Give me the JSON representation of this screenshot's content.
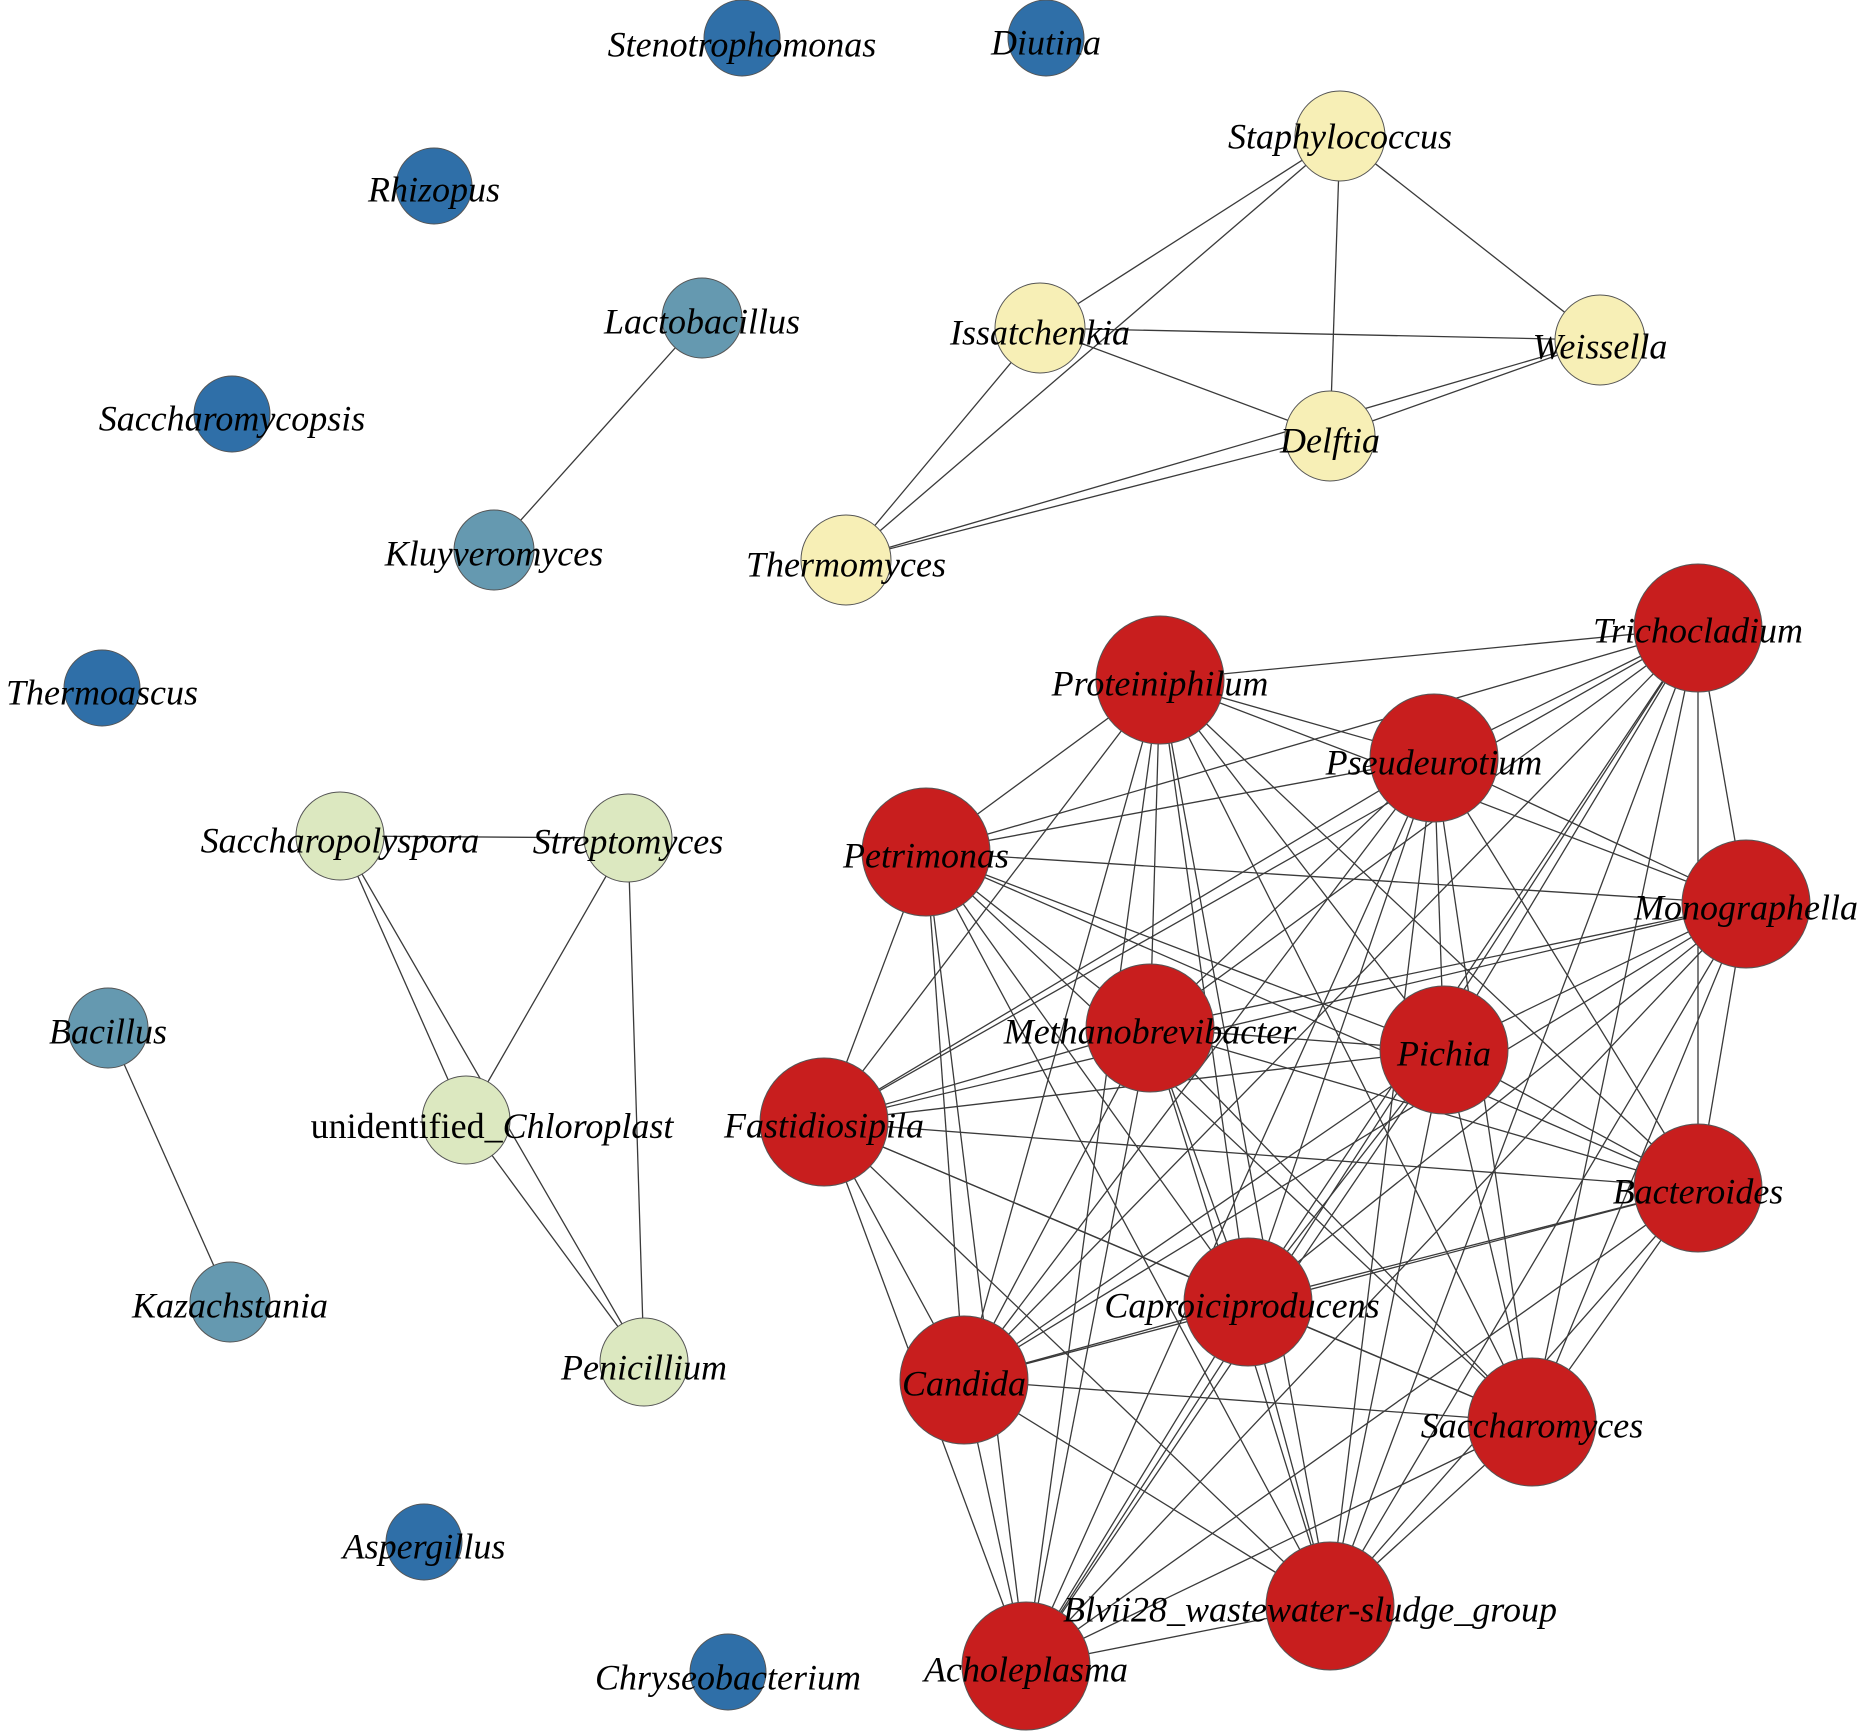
{
  "colors": {
    "isolated": "#2f6fa8",
    "steel": "#6599b0",
    "cream": "#f7efb6",
    "pale_green": "#dce8c0",
    "red": "#c81e1e",
    "edge": "#3a3a3a",
    "node_stroke": "#555555"
  },
  "nodes": [
    {
      "id": "Stenotrophomonas",
      "label": "Stenotrophomonas",
      "group": "isolated"
    },
    {
      "id": "Diutina",
      "label": "Diutina",
      "group": "isolated"
    },
    {
      "id": "Rhizopus",
      "label": "Rhizopus",
      "group": "isolated"
    },
    {
      "id": "Saccharomycopsis",
      "label": "Saccharomycopsis",
      "group": "isolated"
    },
    {
      "id": "Thermoascus",
      "label": "Thermoascus",
      "group": "isolated"
    },
    {
      "id": "Aspergillus",
      "label": "Aspergillus",
      "group": "isolated"
    },
    {
      "id": "Chryseobacterium",
      "label": "Chryseobacterium",
      "group": "isolated"
    },
    {
      "id": "Lactobacillus",
      "label": "Lactobacillus",
      "group": "steel"
    },
    {
      "id": "Kluyveromyces",
      "label": "Kluyveromyces",
      "group": "steel"
    },
    {
      "id": "Bacillus",
      "label": "Bacillus",
      "group": "steel"
    },
    {
      "id": "Kazachstania",
      "label": "Kazachstania",
      "group": "steel"
    },
    {
      "id": "Staphylococcus",
      "label": "Staphylococcus",
      "group": "cream"
    },
    {
      "id": "Issatchenkia",
      "label": "Issatchenkia",
      "group": "cream"
    },
    {
      "id": "Weissella",
      "label": "Weissella",
      "group": "cream"
    },
    {
      "id": "Delftia",
      "label": "Delftia",
      "group": "cream"
    },
    {
      "id": "Thermomyces",
      "label": "Thermomyces",
      "group": "cream"
    },
    {
      "id": "Saccharopolyspora",
      "label": "Saccharopolyspora",
      "group": "pale_green"
    },
    {
      "id": "Streptomyces",
      "label": "Streptomyces",
      "group": "pale_green"
    },
    {
      "id": "unidentified_Chloroplast",
      "label": "unidentified_Chloroplast",
      "label_prefix_upright": "unidentified_",
      "group": "pale_green"
    },
    {
      "id": "Penicillium",
      "label": "Penicillium",
      "group": "pale_green"
    },
    {
      "id": "Trichocladium",
      "label": "Trichocladium",
      "group": "red"
    },
    {
      "id": "Proteiniphilum",
      "label": "Proteiniphilum",
      "group": "red"
    },
    {
      "id": "Pseudeurotium",
      "label": "Pseudeurotium",
      "group": "red"
    },
    {
      "id": "Petrimonas",
      "label": "Petrimonas",
      "group": "red"
    },
    {
      "id": "Monographella",
      "label": "Monographella",
      "group": "red"
    },
    {
      "id": "Methanobrevibacter",
      "label": "Methanobrevibacter",
      "group": "red"
    },
    {
      "id": "Pichia",
      "label": "Pichia",
      "group": "red"
    },
    {
      "id": "Fastidiosipila",
      "label": "Fastidiosipila",
      "group": "red"
    },
    {
      "id": "Bacteroides",
      "label": "Bacteroides",
      "group": "red"
    },
    {
      "id": "Caproiciproducens",
      "label": "Caproiciproducens",
      "group": "red"
    },
    {
      "id": "Candida",
      "label": "Candida",
      "group": "red"
    },
    {
      "id": "Saccharomyces",
      "label": "Saccharomyces",
      "group": "red"
    },
    {
      "id": "Blvii28_wastewater-sludge_group",
      "label": "Blvii28_wastewater-sludge_group",
      "group": "red"
    },
    {
      "id": "Acholeplasma",
      "label": "Acholeplasma",
      "group": "red"
    }
  ],
  "edges": [
    [
      "Lactobacillus",
      "Kluyveromyces"
    ],
    [
      "Bacillus",
      "Kazachstania"
    ],
    [
      "Staphylococcus",
      "Issatchenkia"
    ],
    [
      "Staphylococcus",
      "Weissella"
    ],
    [
      "Staphylococcus",
      "Delftia"
    ],
    [
      "Staphylococcus",
      "Thermomyces"
    ],
    [
      "Issatchenkia",
      "Weissella"
    ],
    [
      "Issatchenkia",
      "Delftia"
    ],
    [
      "Issatchenkia",
      "Thermomyces"
    ],
    [
      "Weissella",
      "Delftia"
    ],
    [
      "Weissella",
      "Thermomyces"
    ],
    [
      "Delftia",
      "Thermomyces"
    ],
    [
      "Saccharopolyspora",
      "Streptomyces"
    ],
    [
      "Saccharopolyspora",
      "unidentified_Chloroplast"
    ],
    [
      "Saccharopolyspora",
      "Penicillium"
    ],
    [
      "Streptomyces",
      "unidentified_Chloroplast"
    ],
    [
      "Streptomyces",
      "Penicillium"
    ],
    [
      "unidentified_Chloroplast",
      "Penicillium"
    ]
  ],
  "dense_cluster_group": "red"
}
